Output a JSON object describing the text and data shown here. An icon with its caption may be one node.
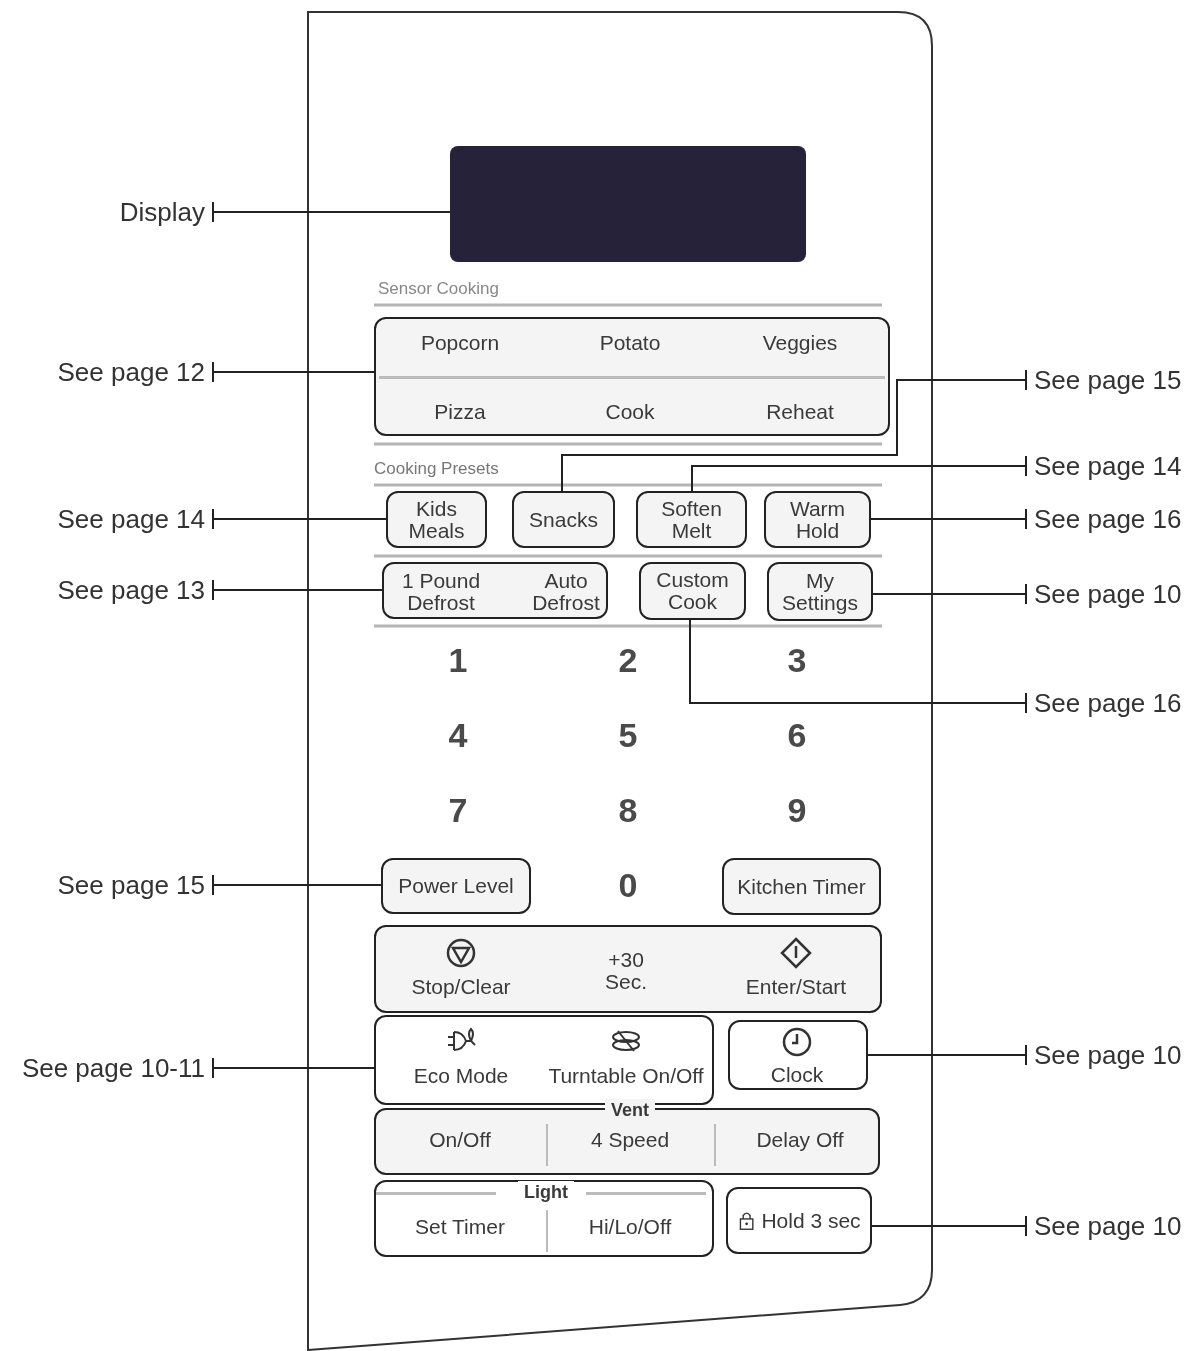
{
  "diagram": {
    "nodes": [
      {
        "text": [
          "Display"
        ]
      },
      {
        "text": [],
        "shape": "box"
      },
      {
        "text": [
          "See page 12"
        ]
      },
      {
        "text": [
          "Popcorn",
          "Potato",
          "Veggies",
          "Pizza",
          "Cook",
          "Reheat"
        ]
      },
      {
        "text": [
          "See page 15"
        ]
      },
      {
        "text": [
          "See page 14"
        ]
      },
      {
        "text": [
          "See page 14"
        ]
      },
      {
        "text": [
          "Kids Meals"
        ]
      },
      {
        "text": [
          "Snacks"
        ]
      },
      {
        "text": [
          "Soften Melt"
        ]
      },
      {
        "text": [
          "Warm Hold"
        ]
      },
      {
        "text": [
          "See page 16"
        ]
      },
      {
        "text": [
          "See page 13"
        ]
      },
      {
        "text": [
          "1 Pound Defrost",
          "Auto Defrost"
        ]
      },
      {
        "text": [
          "Custom Cook"
        ]
      },
      {
        "text": [
          "My Settings"
        ]
      },
      {
        "text": [
          "See page 10"
        ]
      },
      {
        "text": [
          "See page 16"
        ]
      },
      {
        "text": [
          "See page 15"
        ]
      },
      {
        "text": [
          "Power Level"
        ]
      },
      {
        "text": [
          "Kitchen Timer"
        ]
      },
      {
        "text": [
          "Stop/Clear",
          "+30 Sec.",
          "Enter/Start"
        ]
      },
      {
        "text": [
          "See page 10-11"
        ]
      },
      {
        "text": [
          "Eco Mode",
          "Turntable On/Off"
        ]
      },
      {
        "text": [
          "Clock"
        ]
      },
      {
        "text": [
          "See page 10"
        ]
      },
      {
        "text": [
          "Vent",
          "On/Off",
          "4 Speed",
          "Delay Off"
        ]
      },
      {
        "text": [
          "Light",
          "Set Timer",
          "Hi/Lo/Off"
        ]
      },
      {
        "text": [
          "Hold 3 sec"
        ]
      },
      {
        "text": [
          "See page 10"
        ]
      }
    ],
    "edges": [
      {
        "from": 0,
        "to": 1,
        "arrow": "other"
      },
      {
        "from": 2,
        "to": 3,
        "arrow": "other"
      },
      {
        "from": 4,
        "to": 8,
        "arrow": "other"
      },
      {
        "from": 5,
        "to": 9,
        "arrow": "other"
      },
      {
        "from": 6,
        "to": 7,
        "arrow": "other"
      },
      {
        "from": 11,
        "to": 10,
        "arrow": "other"
      },
      {
        "from": 12,
        "to": 13,
        "arrow": "other"
      },
      {
        "from": 16,
        "to": 15,
        "arrow": "other"
      },
      {
        "from": 17,
        "to": 14,
        "arrow": "other"
      },
      {
        "from": 18,
        "to": 19,
        "arrow": "other"
      },
      {
        "from": 22,
        "to": 23,
        "arrow": "other"
      },
      {
        "from": 25,
        "to": 24,
        "arrow": "other"
      },
      {
        "from": 29,
        "to": 28,
        "arrow": "other"
      }
    ],
    "labels": [
      "Sensor Cooking",
      "Cooking Presets",
      "1",
      "2",
      "3",
      "4",
      "5",
      "6",
      "7",
      "8",
      "9",
      "0"
    ]
  }
}
